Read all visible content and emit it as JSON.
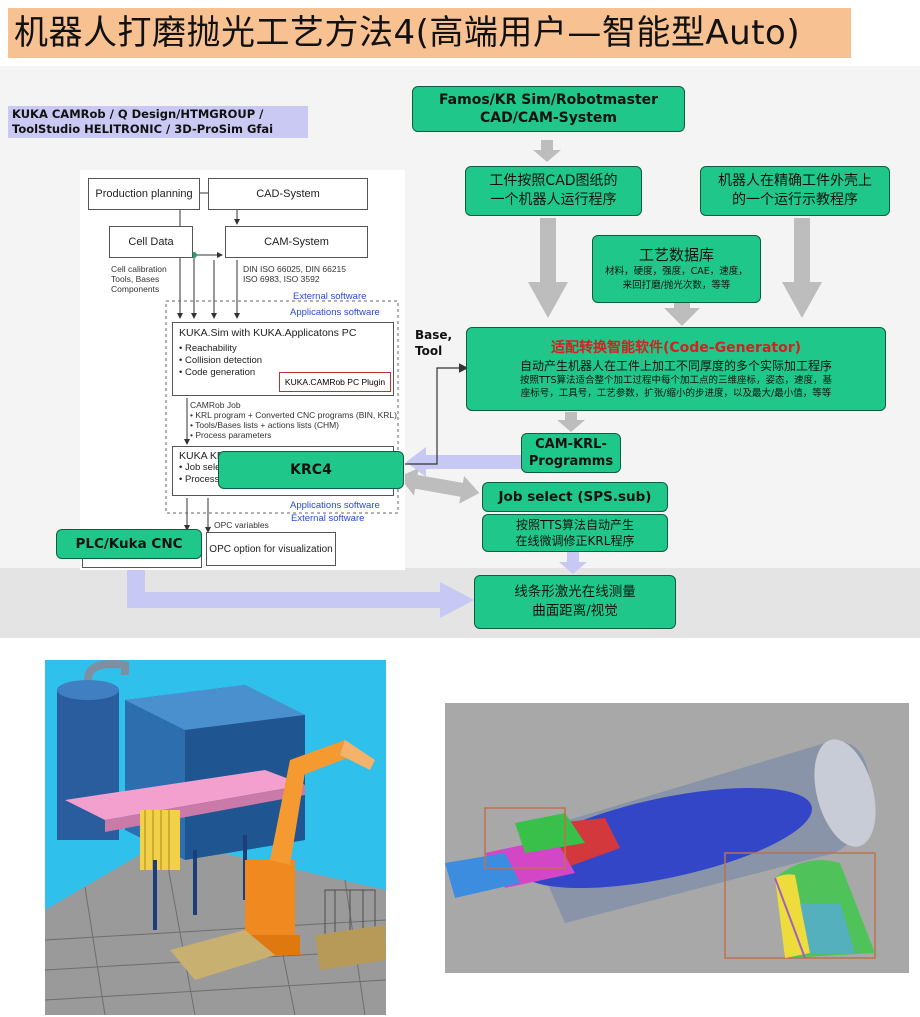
{
  "title": "机器人打磨抛光工艺方法4(高端用户—智能型Auto)",
  "tools_label": [
    "KUKA CAMRob / Q Design/HTMGROUP /",
    "ToolStudio HELITRONIC / 3D-ProSim Gfai"
  ],
  "kuka_diagram": {
    "production_planning": "Production planning",
    "cad_system": "CAD-System",
    "cell_data": "Cell Data",
    "cam_system": "CAM-System",
    "cell_notes": [
      "Cell calibration",
      "Tools, Bases",
      "Components"
    ],
    "din_notes": [
      "DIN ISO 66025, DIN 66215",
      "ISO 6983, ISO 3592"
    ],
    "external_software_top": "External software",
    "applications_software_top": "Applications software",
    "kuka_sim_title": "KUKA.Sim with KUKA.Applicatons PC",
    "kuka_sim_items": [
      "• Reachability",
      "• Collision detection",
      "• Code generation"
    ],
    "plugin": "KUKA.CAMRob PC Plugin",
    "camrob_job": [
      "CAMRob Job",
      "• KRL program + Converted CNC programs (BIN, KRL)",
      "• Tools/Bases lists + actions lists (CHM)",
      "• Process parameters"
    ],
    "kuka_krc_partial": "KUKA KR",
    "job_select_partial": "• Job selec",
    "process_partial": "• Process",
    "applications_software_bottom": "Applications software",
    "external_software_bottom": "External software",
    "opc_variables": "OPC variables",
    "opc_option": "OPC option for visualization"
  },
  "boxes": {
    "famos": [
      "Famos/KR Sim/Robotmaster",
      "CAD/CAM-System"
    ],
    "cad_program": [
      "工件按照CAD图纸的",
      "一个机器人运行程序"
    ],
    "teach_program": [
      "机器人在精确工件外壳上",
      "的一个运行示教程序"
    ],
    "process_db_title": "工艺数据库",
    "process_db_detail": [
      "材料，硬度，强度，CAE，速度，",
      "来回打磨/抛光次数，等等"
    ],
    "code_gen_title": "适配转换智能软件(Code-Generator)",
    "code_gen_sub": "自动产生机器人在工件上加工不同厚度的多个实际加工程序",
    "code_gen_detail": [
      "按照TTS算法适合整个加工过程中每个加工点的三维座标，姿态，速度，基",
      "座标号，工具号，工艺参数，扩张/缩小的步进度，以及最大/最小值，等等"
    ],
    "cam_krl": [
      "CAM-KRL-",
      "Programms"
    ],
    "krc4": "KRC4",
    "job_select": "Job select (SPS.sub)",
    "tts_correct": [
      "按照TTS算法自动产生",
      "在线微调修正KRL程序"
    ],
    "laser": [
      "线条形激光在线测量",
      "曲面距离/视觉"
    ],
    "plc": "PLC/Kuka CNC"
  },
  "base_tool": [
    "Base,",
    "Tool"
  ],
  "colors": {
    "title_bg": "#f7c192",
    "box_green": "#1fc88a",
    "arrow_gray": "#bdbdbd",
    "arrow_lavender": "#c8c8f5",
    "code_gen_red": "#d42020"
  }
}
